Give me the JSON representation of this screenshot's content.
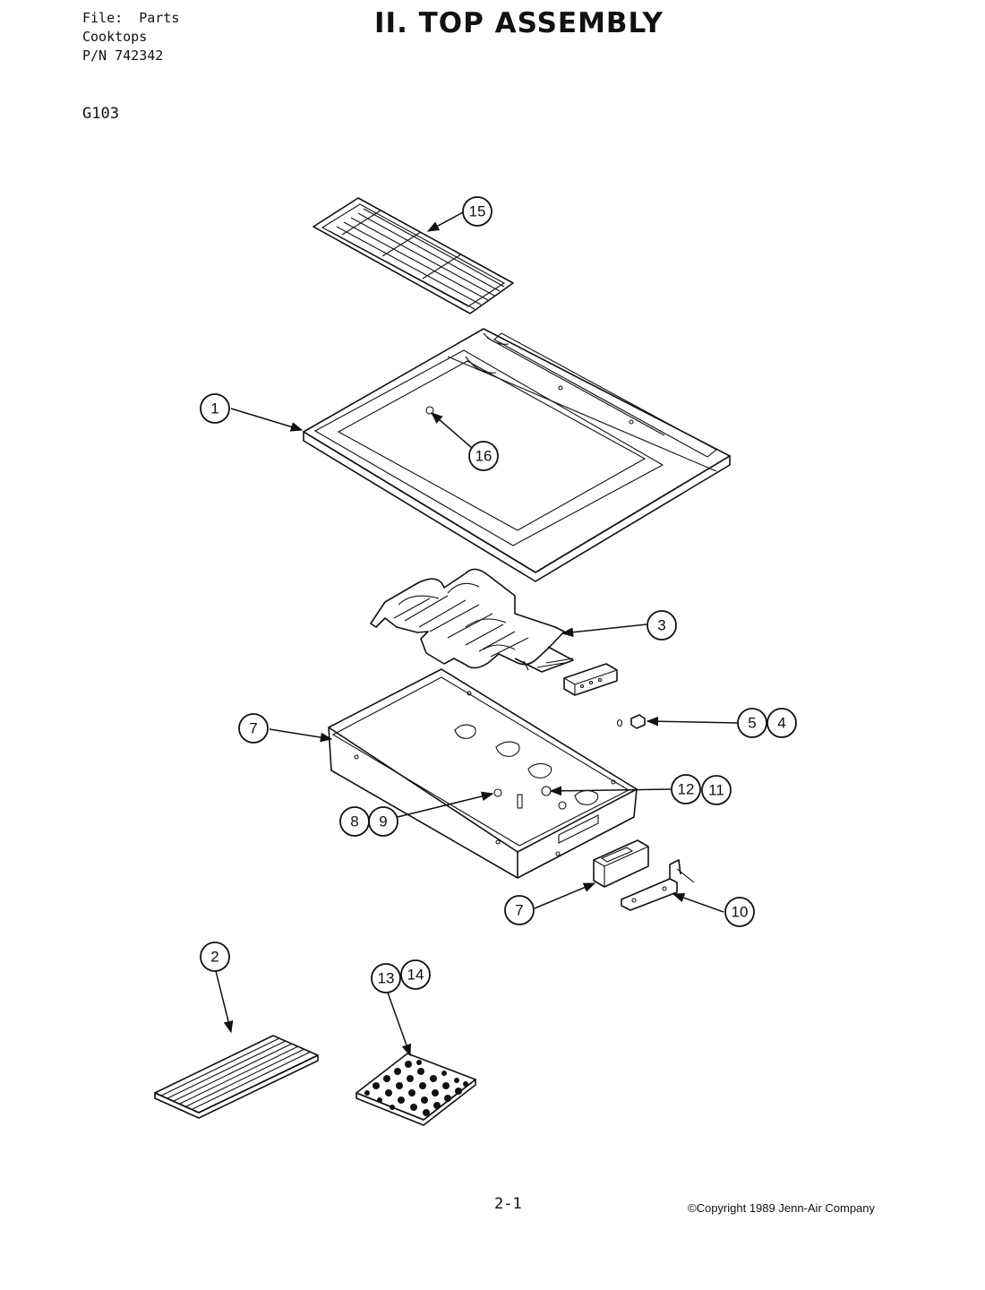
{
  "header": {
    "file_line": "File:  Parts",
    "category_line": "Cooktops",
    "part_number_line": "P/N 742342",
    "model_code": "G103"
  },
  "title": "II. TOP ASSEMBLY",
  "callouts": {
    "c1": "1",
    "c2": "2",
    "c3": "3",
    "c4": "4",
    "c5": "5",
    "c7a": "7",
    "c7b": "7",
    "c8": "8",
    "c9": "9",
    "c10": "10",
    "c11": "11",
    "c12": "12",
    "c13": "13",
    "c14": "14",
    "c15": "15",
    "c16": "16"
  },
  "footer": {
    "page_number": "2-1",
    "copyright": "©Copyright 1989 Jenn-Air Company"
  }
}
